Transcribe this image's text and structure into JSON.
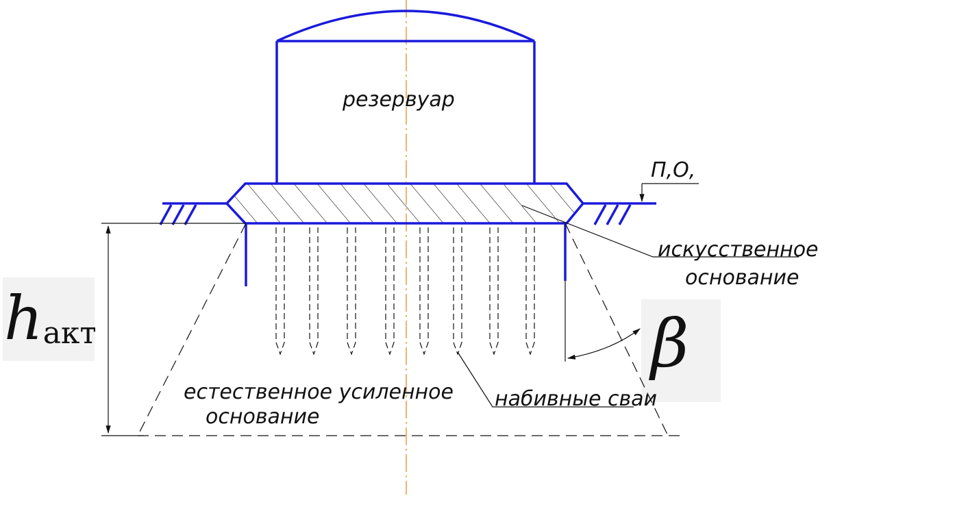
{
  "labels": {
    "tank": "резервуар",
    "ground_level": "П,О,",
    "artificial_base_line1": "искусственное",
    "artificial_base_line2": "основание",
    "natural_base_line1": "естественное усиленное",
    "natural_base_line2": "основание",
    "piles": "набивные сваи"
  },
  "symbols": {
    "h_main": "h",
    "h_sub": "акт",
    "beta": "β"
  },
  "colors": {
    "structure": "#1a1adb",
    "centerline": "#f0a050",
    "drafting": "#111111",
    "symbol_box": "#f2f2f2"
  }
}
